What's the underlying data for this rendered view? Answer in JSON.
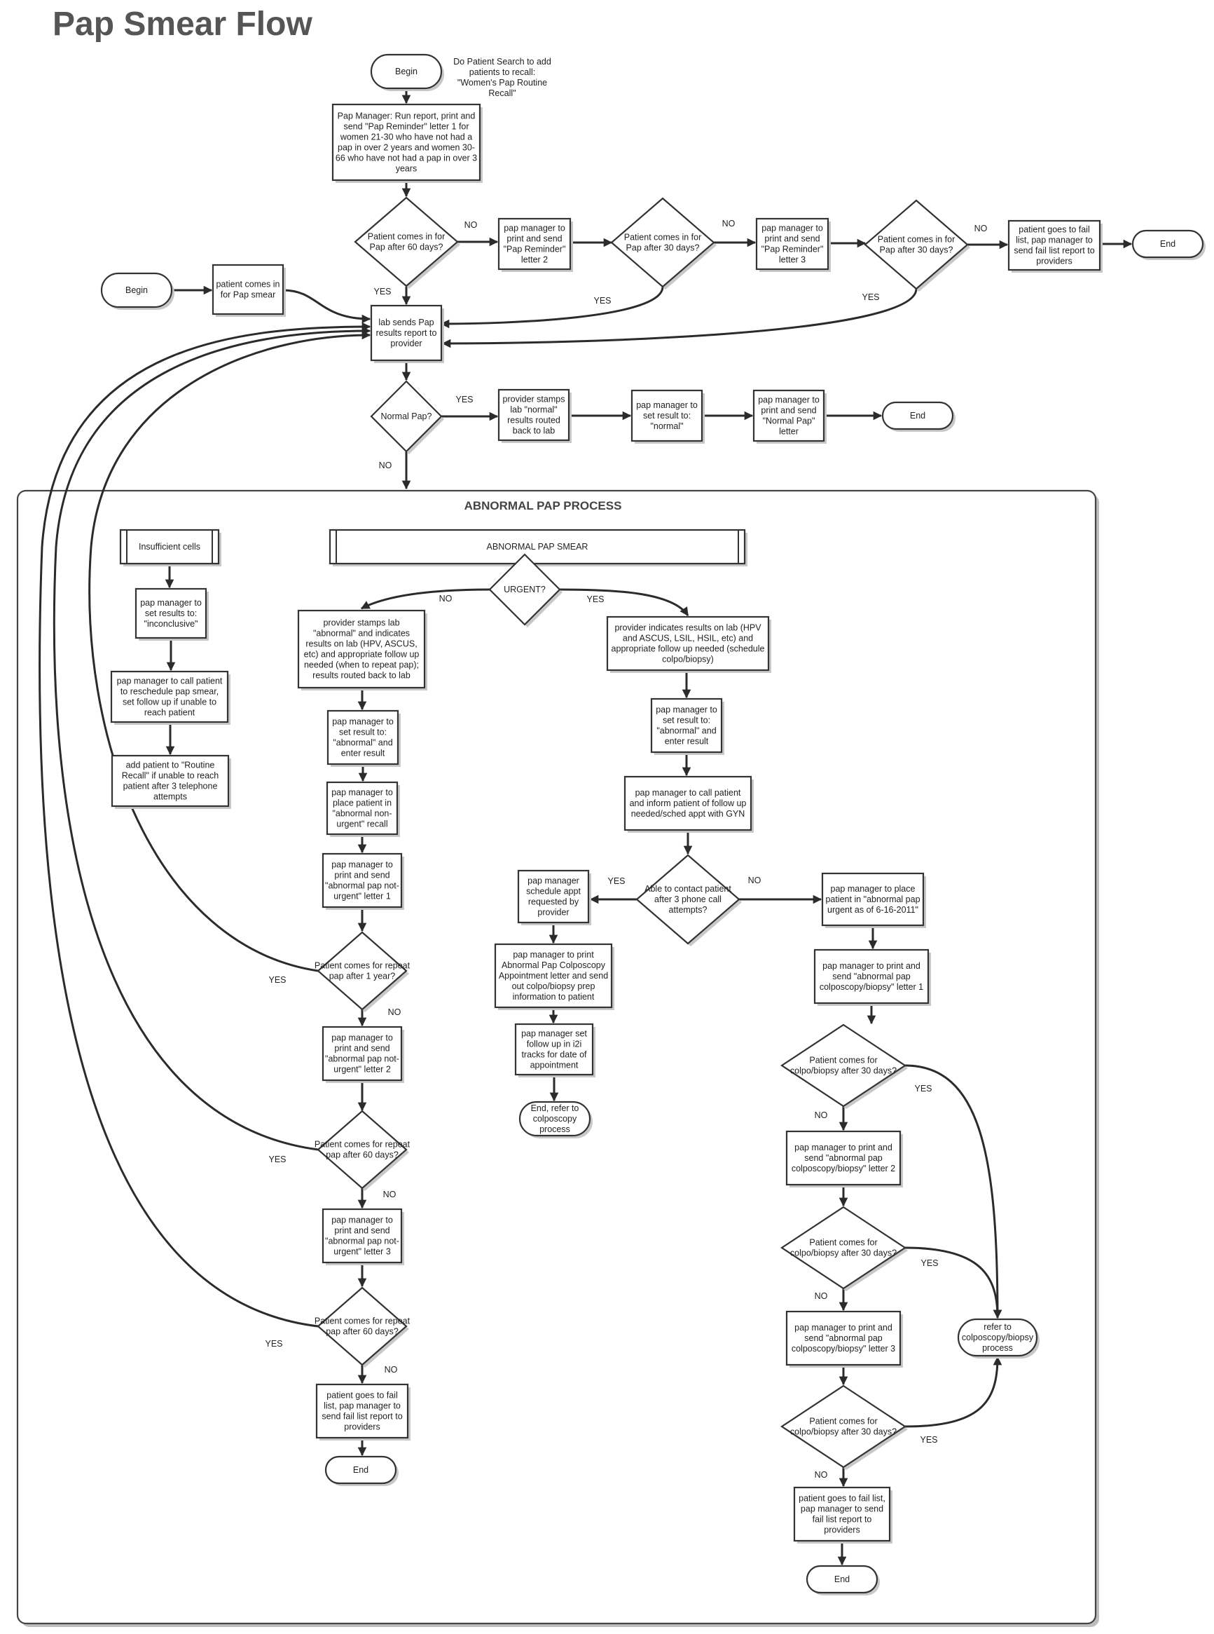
{
  "title": "Pap Smear Flow",
  "section_title": "ABNORMAL PAP PROCESS",
  "note": [
    "Do Patient Search to add",
    "patients to recall:",
    "\"Women's Pap Routine",
    "Recall\""
  ],
  "nodes": {
    "begin1": [
      "Begin"
    ],
    "run_report": [
      "Pap Manager: Run report, print and",
      "send \"Pap Reminder\" letter 1 for",
      "women 21-30 who have not had a",
      "pap in over 2 years and women 30-",
      "66 who have not had a pap in over 3",
      "years"
    ],
    "d60": [
      "Patient comes in for",
      "Pap after 60 days?"
    ],
    "rem2": [
      "pap manager to",
      "print and send",
      "\"Pap Reminder\"",
      "letter 2"
    ],
    "d30a": [
      "Patient comes in for",
      "Pap after 30 days?"
    ],
    "rem3": [
      "pap manager to",
      "print and send",
      "\"Pap Reminder\"",
      "letter 3"
    ],
    "d30b": [
      "Patient comes in for",
      "Pap after 30 days?"
    ],
    "fail_top": [
      "patient goes to fail",
      "list, pap manager to",
      "send fail list report to",
      "providers"
    ],
    "end_top": [
      "End"
    ],
    "begin2": [
      "Begin"
    ],
    "comes_in": [
      "patient comes in",
      "for Pap smear"
    ],
    "lab_sends": [
      "lab sends Pap",
      "results report to",
      "provider"
    ],
    "normal_q": [
      "Normal Pap?"
    ],
    "stamp_normal": [
      "provider stamps",
      "lab \"normal\"",
      "results routed",
      "back to lab"
    ],
    "set_normal": [
      "pap manager to",
      "set result to:",
      "\"normal\""
    ],
    "normal_letter": [
      "pap manager to",
      "print and send",
      "\"Normal Pap\"",
      "letter"
    ],
    "end_normal": [
      "End"
    ],
    "insufficient": [
      "Insufficient cells"
    ],
    "abn_smear": [
      "ABNORMAL PAP SMEAR"
    ],
    "urgent_q": [
      "URGENT?"
    ],
    "set_inconclusive": [
      "pap manager to",
      "set results to:",
      "\"inconclusive\""
    ],
    "call_resched": [
      "pap manager to call patient",
      "to reschedule pap smear,",
      "set follow up if unable to",
      "reach patient"
    ],
    "add_routine": [
      "add patient to \"Routine",
      "Recall\" if unable to reach",
      "patient after 3 telephone",
      "attempts"
    ],
    "stamp_abn": [
      "provider stamps lab",
      "\"abnormal\" and indicates",
      "results on lab (HPV, ASCUS,",
      "etc) and appropriate follow up",
      "needed (when to repeat pap);",
      "results routed back to lab"
    ],
    "set_abn_l": [
      "pap manager to",
      "set result to:",
      "\"abnormal\" and",
      "enter result"
    ],
    "place_nonurgent": [
      "pap manager to",
      "place patient in",
      "\"abnormal non-",
      "urgent\" recall"
    ],
    "nonurg1": [
      "pap manager to",
      "print and send",
      "\"abnormal pap not-",
      "urgent\" letter 1"
    ],
    "d_1year": [
      "Patient comes for repeat",
      "pap after 1 year?"
    ],
    "nonurg2": [
      "pap manager to",
      "print and send",
      "\"abnormal pap not-",
      "urgent\" letter 2"
    ],
    "d_60a": [
      "Patient comes for repeat",
      "pap after 60 days?"
    ],
    "nonurg3": [
      "pap manager to",
      "print and send",
      "\"abnormal pap not-",
      "urgent\" letter 3"
    ],
    "d_60b": [
      "Patient comes for repeat",
      "pap after 60 days?"
    ],
    "fail_left": [
      "patient goes to fail",
      "list, pap manager to",
      "send fail list report to",
      "providers"
    ],
    "end_left": [
      "End"
    ],
    "indicates_urgent": [
      "provider indicates results on lab (HPV",
      "and ASCUS, LSIL, HSIL, etc) and",
      "appropriate follow up needed (schedule",
      "colpo/biopsy)"
    ],
    "set_abn_r": [
      "pap manager to",
      "set result to:",
      "\"abnormal\" and",
      "enter result"
    ],
    "call_inform": [
      "pap manager to call patient",
      "and inform patient of follow up",
      "needed/sched appt with GYN"
    ],
    "contact_q": [
      "Able to contact patient",
      "after 3 phone call",
      "attempts?"
    ],
    "sched_appt": [
      "pap manager",
      "schedule appt",
      "requested by",
      "provider"
    ],
    "print_colpo": [
      "pap manager to print",
      "Abnormal Pap Colposcopy",
      "Appointment letter and send",
      "out colpo/biopsy prep",
      "information to patient"
    ],
    "set_followup": [
      "pap manager set",
      "follow up in i2i",
      "tracks for date of",
      "appointment"
    ],
    "end_refer": [
      "End, refer to",
      "colposcopy",
      "process"
    ],
    "place_urgent": [
      "pap manager to place",
      "patient in \"abnormal pap",
      "urgent as of 6-16-2011\""
    ],
    "colpo1": [
      "pap manager to print and",
      "send \"abnormal pap",
      "colposcopy/biopsy\" letter 1"
    ],
    "dc1": [
      "Patient comes for",
      "colpo/biopsy after 30 days?"
    ],
    "colpo2": [
      "pap manager to print and",
      "send \"abnormal pap",
      "colposcopy/biopsy\" letter 2"
    ],
    "dc2": [
      "Patient comes for",
      "colpo/biopsy after 30 days?"
    ],
    "colpo3": [
      "pap manager to print and",
      "send \"abnormal pap",
      "colposcopy/biopsy\" letter 3"
    ],
    "dc3": [
      "Patient comes for",
      "colpo/biopsy after 30 days?"
    ],
    "refer_colpo": [
      "refer to",
      "colposcopy/biopsy",
      "process"
    ],
    "fail_right": [
      "patient goes to fail list,",
      "pap manager to send",
      "fail list report to",
      "providers"
    ],
    "end_right": [
      "End"
    ]
  },
  "edge_labels": {
    "no": "NO",
    "yes": "YES"
  }
}
